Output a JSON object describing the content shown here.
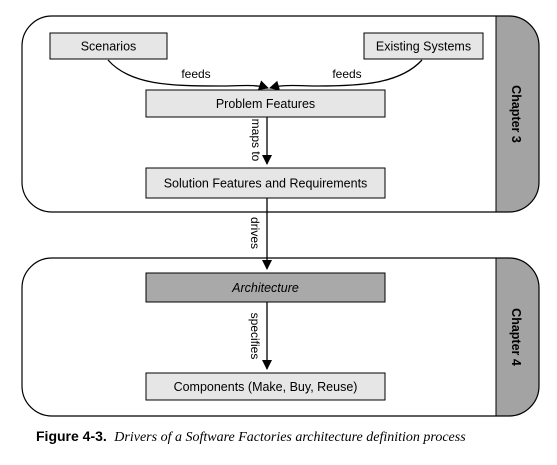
{
  "diagram": {
    "chapters": {
      "top": "Chapter 3",
      "bottom": "Chapter 4"
    },
    "nodes": {
      "scenarios": "Scenarios",
      "existing_systems": "Existing Systems",
      "problem_features": "Problem Features",
      "solution_features": "Solution Features and Requirements",
      "architecture": "Architecture",
      "components": "Components (Make, Buy, Reuse)"
    },
    "edges": {
      "feeds_left": "feeds",
      "feeds_right": "feeds",
      "maps_to": "maps to",
      "drives": "drives",
      "specifies": "specifies"
    }
  },
  "caption": {
    "label": "Figure 4-3.",
    "title": "Drivers of a Software Factories architecture definition process"
  },
  "colors": {
    "box_fill": "#e6e6e6",
    "highlight_fill": "#a9a9a9",
    "chapter_tab": "#a3a3a3",
    "stroke": "#000000"
  }
}
